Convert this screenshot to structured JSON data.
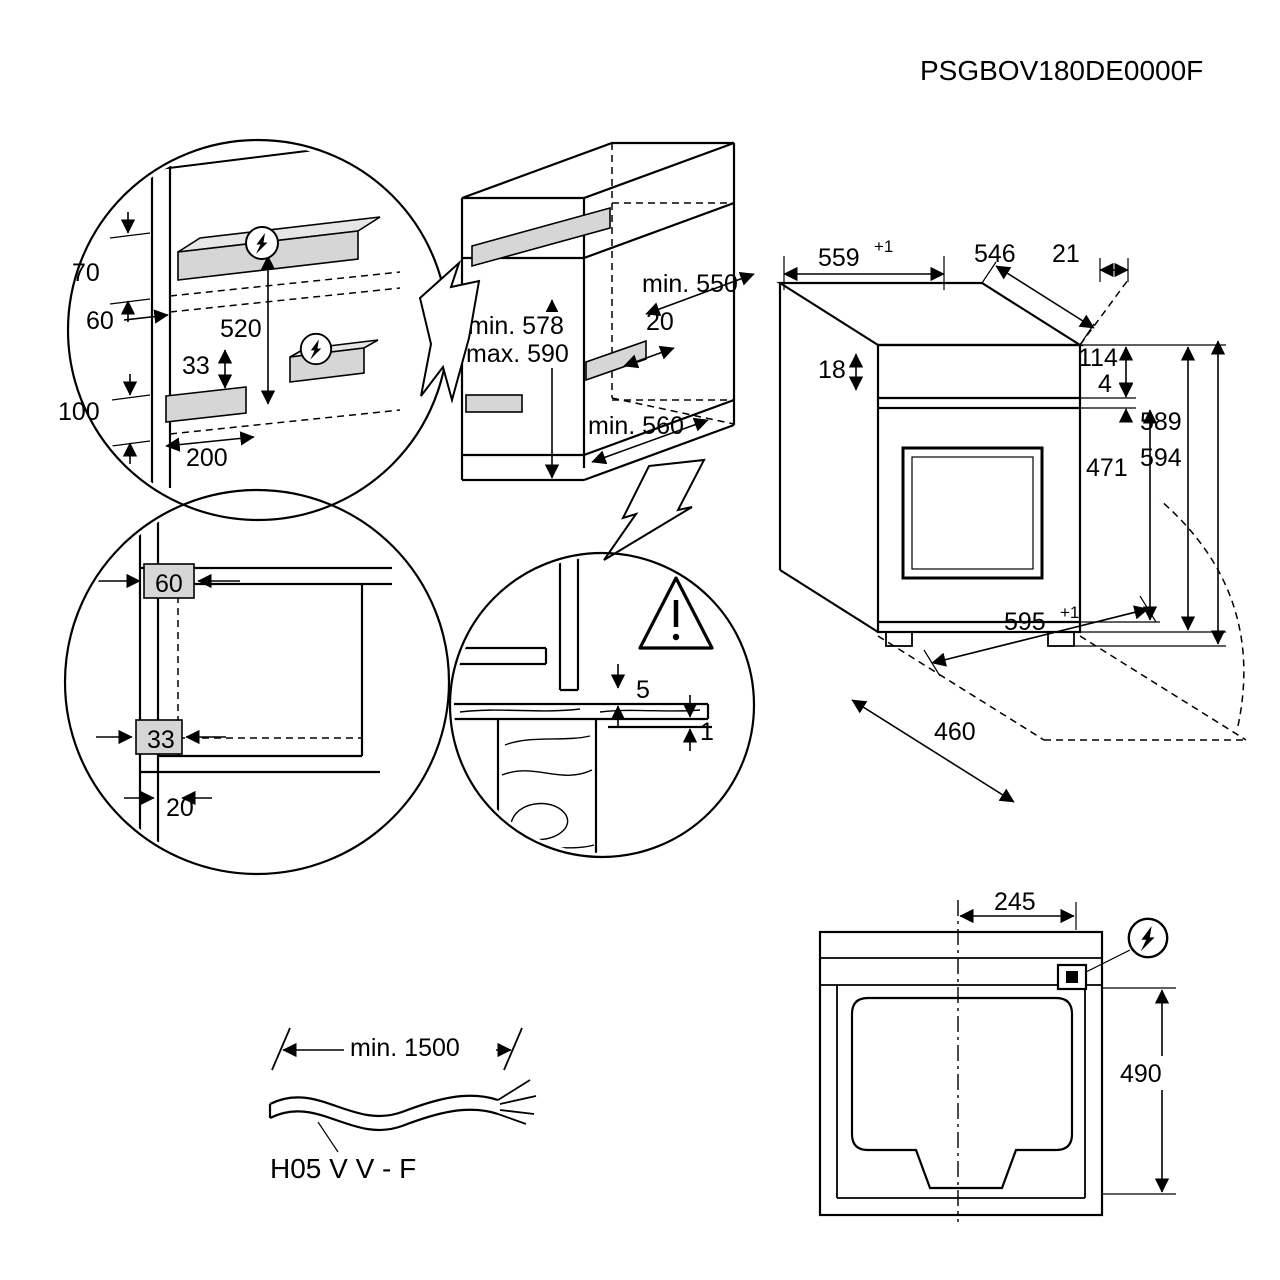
{
  "doc_code": "PSGBOV180DE0000F",
  "colors": {
    "line": "#000000",
    "shade": "#d6d6d6"
  },
  "detail_top_left": {
    "d70": "70",
    "d60": "60",
    "d520": "520",
    "d33": "33",
    "d100": "100",
    "d200": "200"
  },
  "cabinet": {
    "min550": "min. 550",
    "d20": "20",
    "min578": "min. 578",
    "max590": "max. 590",
    "min560": "min. 560"
  },
  "oven": {
    "d559": "559",
    "sup559": "+1",
    "d546": "546",
    "d21": "21",
    "d18": "18",
    "d114": "114",
    "d4": "4",
    "d471": "471",
    "d589": "589",
    "d594": "594",
    "d595": "595",
    "sup595": "+1",
    "d460": "460"
  },
  "detail_bottom_left": {
    "d60": "60",
    "d33": "33",
    "d20": "20"
  },
  "detail_gap": {
    "d5": "5",
    "d1": "1"
  },
  "cable": {
    "length": "min. 1500",
    "type": "H05 V V - F"
  },
  "top_view": {
    "d245": "245",
    "d490": "490"
  }
}
